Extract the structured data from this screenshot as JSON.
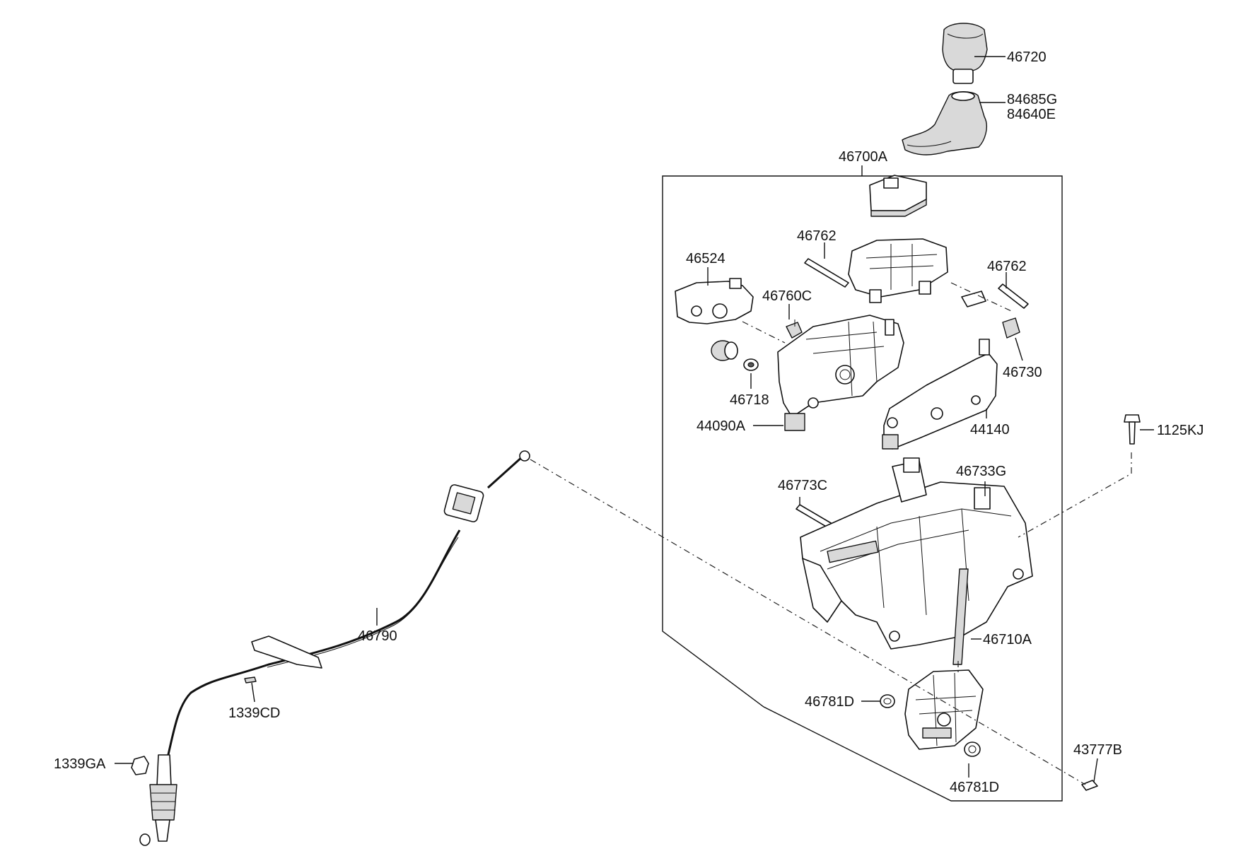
{
  "diagram": {
    "labels": {
      "p46720": "46720",
      "p84685g": "84685G",
      "p84640e": "84640E",
      "p46700a": "46700A",
      "p46762a": "46762",
      "p46762b": "46762",
      "p46524": "46524",
      "p46760c": "46760C",
      "p46718": "46718",
      "p44090a": "44090A",
      "p46730": "46730",
      "p44140": "44140",
      "p1125kj": "1125KJ",
      "p46773c": "46773C",
      "p46733g": "46733G",
      "p46790": "46790",
      "p46710a": "46710A",
      "p46781d_a": "46781D",
      "p46781d_b": "46781D",
      "p1339cd": "1339CD",
      "p1339ga": "1339GA",
      "p43777b": "43777B"
    }
  }
}
